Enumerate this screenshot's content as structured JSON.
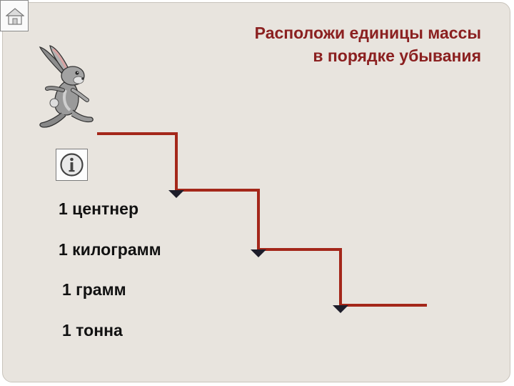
{
  "title": {
    "line1": "Расположи единицы массы",
    "line2": "в порядке убывания"
  },
  "colors": {
    "title": "#8b2020",
    "stairs": "#a4271a",
    "background": "#e8e4de"
  },
  "icons": {
    "home": "home-icon",
    "info": "info-icon",
    "rabbit": "running-rabbit-illustration"
  },
  "units": [
    {
      "label": "1 центнер"
    },
    {
      "label": "1 килограмм"
    },
    {
      "label": "1 грамм"
    },
    {
      "label": "1 тонна"
    }
  ]
}
